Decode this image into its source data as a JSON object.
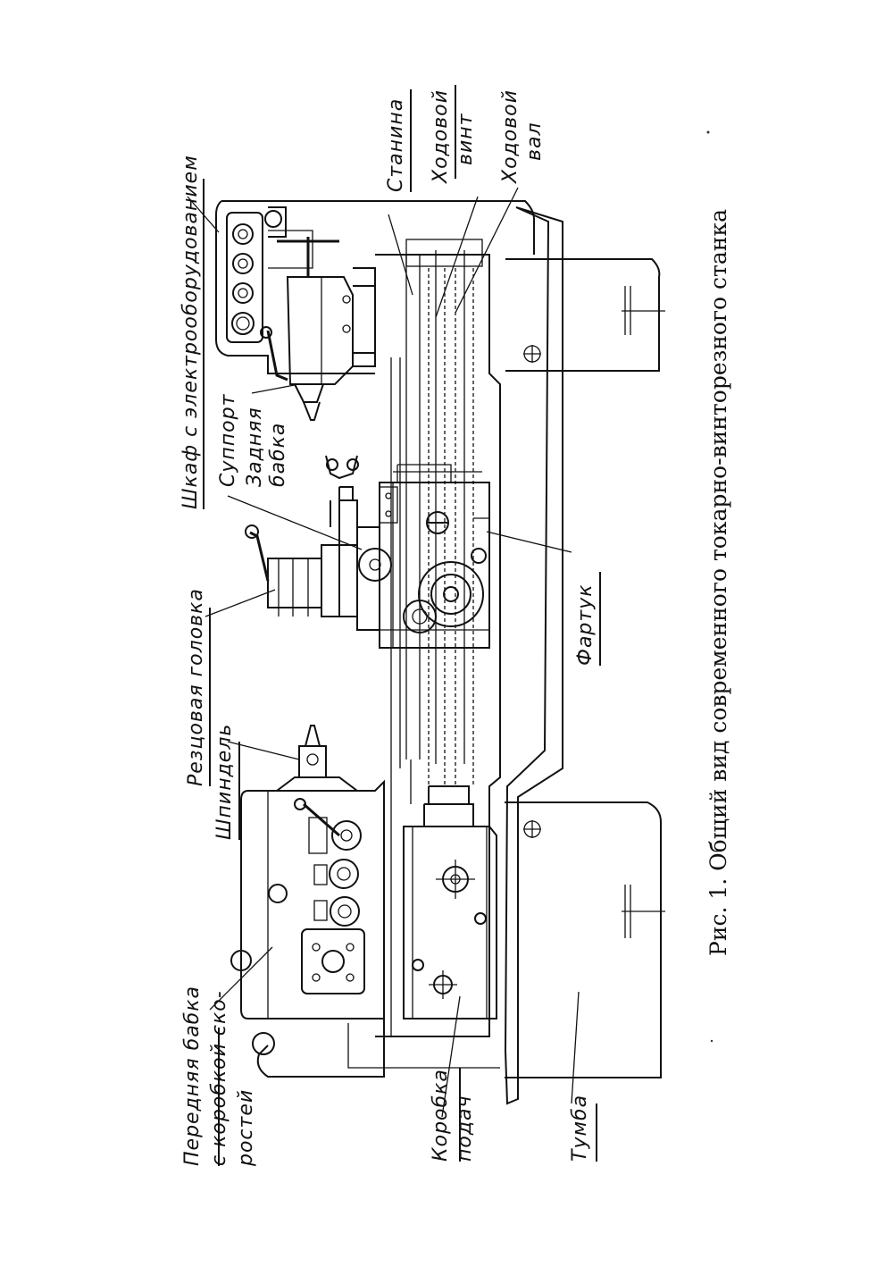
{
  "figure": {
    "caption": "Рис. 1. Общий вид современного токарно-винторезного станка",
    "labels": {
      "headstock_line1": "Передняя бабка",
      "headstock_line2": "с коробкой ско-",
      "headstock_line3": "ростей",
      "feedbox_line1": "Коробка",
      "feedbox_line2": "подач",
      "pedestal": "Тумба",
      "spindle": "Шпиндель",
      "toolhead": "Резцовая головка",
      "apron": "Фартук",
      "carriage": "Суппорт",
      "tailstock_line1": "Задняя",
      "tailstock_line2": "бабка",
      "cabinet": "Шкаф с электрооборудованием",
      "bed": "Станина",
      "leadscrew_line1": "Ходовой",
      "leadscrew_line2": "винт",
      "feedshaft_line1": "Ходовой",
      "feedshaft_line2": "вал"
    }
  }
}
